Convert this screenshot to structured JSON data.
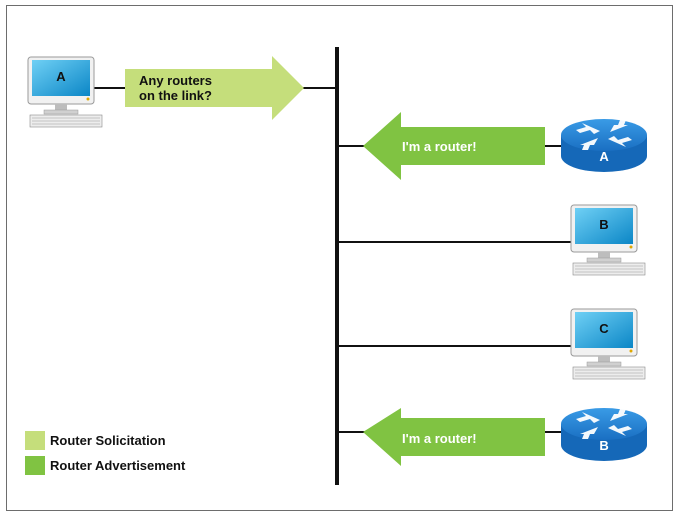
{
  "diagram": {
    "colors": {
      "solicitation": "#c5de7b",
      "advertisement": "#80c342",
      "link": "#111111",
      "screen_blue": "#1aa6e0",
      "router_blue": "#1f7ccf"
    },
    "host_a": {
      "label": "A",
      "icon": "computer-icon"
    },
    "host_b": {
      "label": "B",
      "icon": "computer-icon"
    },
    "host_c": {
      "label": "C",
      "icon": "computer-icon"
    },
    "router_a": {
      "label": "A",
      "icon": "router-icon"
    },
    "router_b": {
      "label": "B",
      "icon": "router-icon"
    },
    "solicitation_arrow": {
      "line1": "Any routers",
      "line2": "on the link?"
    },
    "advertisement_arrow_1": {
      "text": "I'm a router!"
    },
    "advertisement_arrow_2": {
      "text": "I'm a router!"
    },
    "legend": {
      "solicitation": "Router Solicitation",
      "advertisement": "Router Advertisement"
    }
  }
}
